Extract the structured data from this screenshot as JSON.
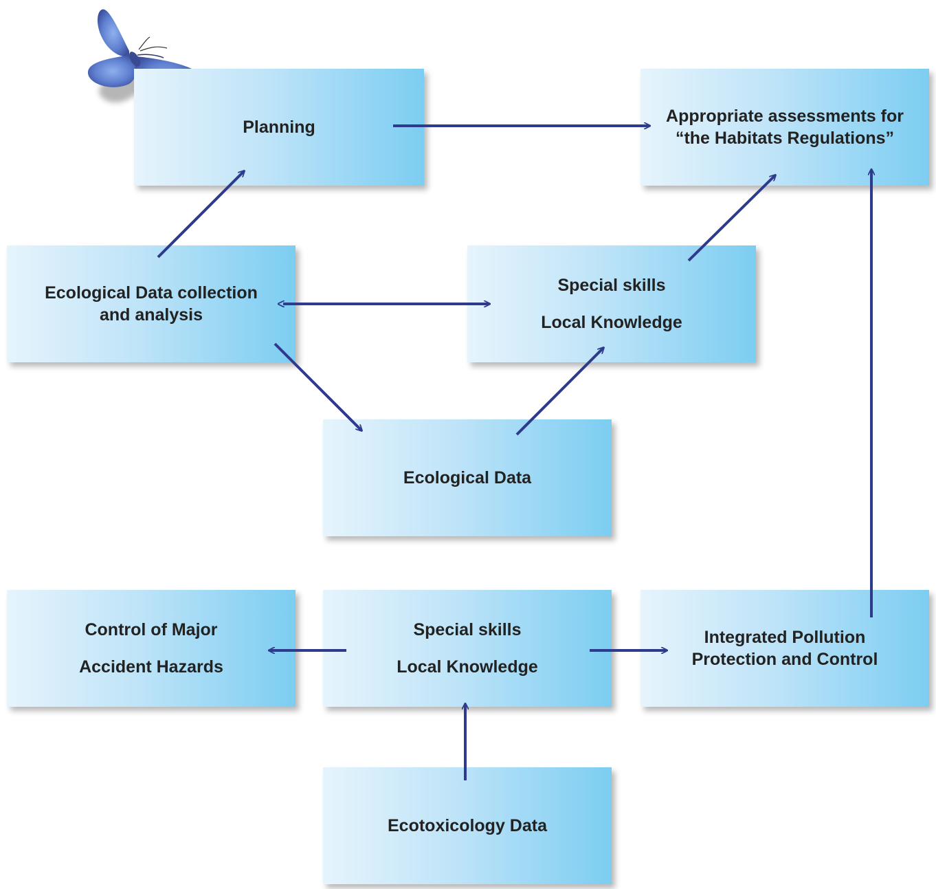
{
  "nodes": {
    "planning": {
      "lines": [
        "Planning"
      ]
    },
    "appropriate": {
      "lines": [
        "Appropriate assessments for",
        "“the Habitats Regulations”"
      ]
    },
    "eco_collection": {
      "lines": [
        "Ecological Data collection",
        "and analysis"
      ]
    },
    "skills_top": {
      "line1": "Special skills",
      "line2": "Local Knowledge"
    },
    "eco_data": {
      "lines": [
        "Ecological Data"
      ]
    },
    "comah": {
      "line1": "Control of Major",
      "line2": "Accident Hazards"
    },
    "skills_bottom": {
      "line1": "Special skills",
      "line2": "Local Knowledge"
    },
    "ippc": {
      "lines": [
        "Integrated Pollution",
        "Protection and Control"
      ]
    },
    "ecotox": {
      "lines": [
        "Ecotoxicology Data"
      ]
    }
  },
  "edges": [
    {
      "from": "planning",
      "to": "appropriate",
      "type": "arrow"
    },
    {
      "from": "eco_collection",
      "to": "planning",
      "type": "arrow"
    },
    {
      "from": "eco_collection",
      "to": "skills_top",
      "type": "double-arrow"
    },
    {
      "from": "skills_top",
      "to": "appropriate",
      "type": "arrow"
    },
    {
      "from": "eco_collection",
      "to": "eco_data",
      "type": "arrow"
    },
    {
      "from": "eco_data",
      "to": "skills_top",
      "type": "arrow"
    },
    {
      "from": "skills_bottom",
      "to": "comah",
      "type": "arrow"
    },
    {
      "from": "skills_bottom",
      "to": "ippc",
      "type": "arrow"
    },
    {
      "from": "ecotox",
      "to": "skills_bottom",
      "type": "arrow"
    },
    {
      "from": "ippc",
      "to": "appropriate",
      "type": "arrow"
    }
  ],
  "colors": {
    "arrow": "#2e3a8c",
    "box_light": "#e6f4fc",
    "box_dark": "#7ccdf2",
    "text": "#222222",
    "butterfly": "#5f7fd0"
  },
  "decoration": {
    "icon": "butterfly-icon"
  }
}
